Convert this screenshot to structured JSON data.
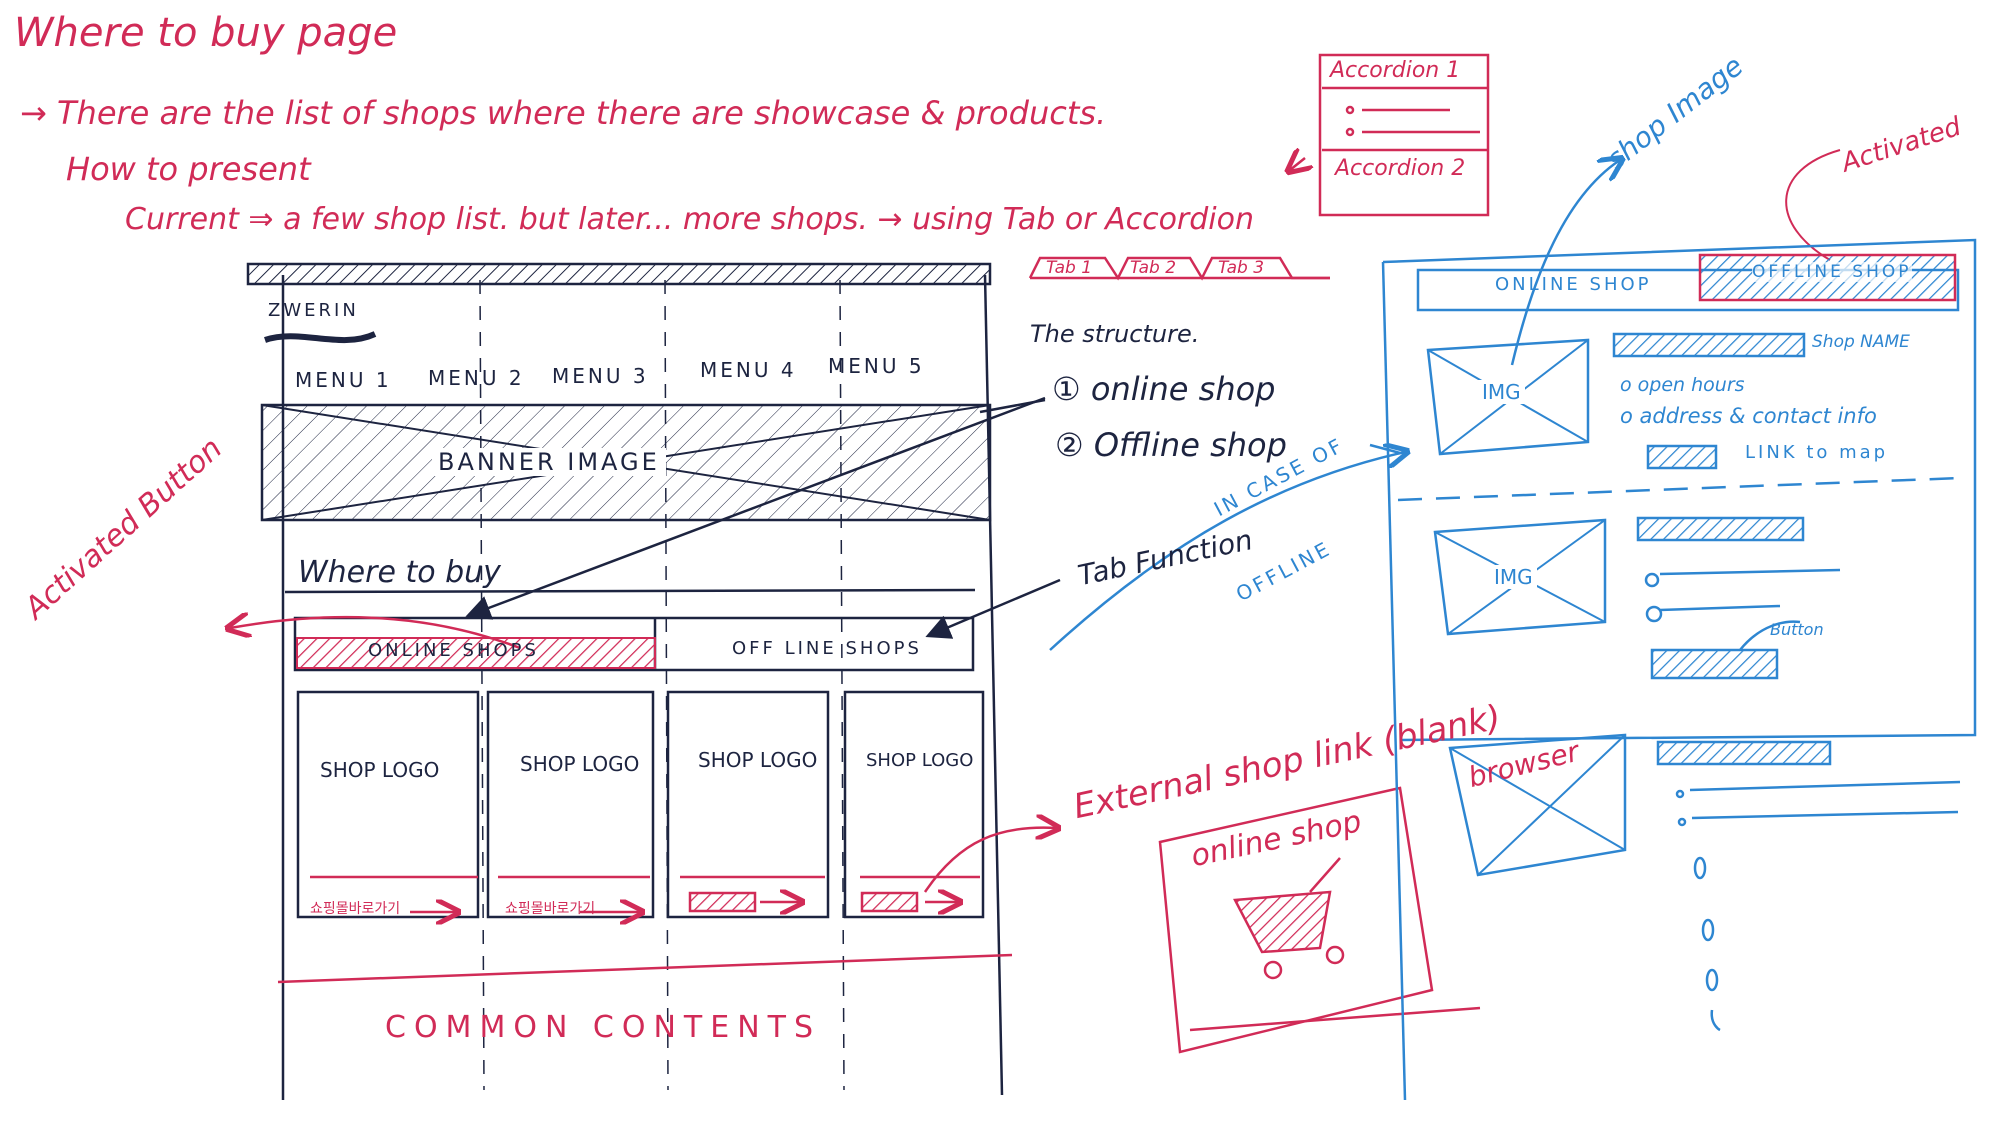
{
  "page": {
    "title": "Where to buy page",
    "note_lines": [
      "→ There are the list of shops where there are showcase & products.",
      "How to present",
      "Current ⇒ a few shop list. but later... more shops. → using Tab or Accordion"
    ]
  },
  "accordion": {
    "title": "Accordion 1",
    "second": "Accordion 2"
  },
  "tabs_example": [
    "Tab 1",
    "Tab 2",
    "Tab 3"
  ],
  "wireframe": {
    "logo": "ZWERIN",
    "menu": [
      "MENU 1",
      "MENU 2",
      "MENU 3",
      "MENU 4",
      "MENU 5"
    ],
    "banner": "BANNER IMAGE",
    "section_title": "Where to buy",
    "tab_online": "ONLINE SHOPS",
    "tab_offline": "OFF LINE SHOPS",
    "shop_cards": [
      {
        "logo": "SHOP LOGO",
        "link": "쇼핑몰바로가기"
      },
      {
        "logo": "SHOP LOGO",
        "link": "쇼핑몰바로가기"
      },
      {
        "logo": "SHOP LOGO",
        "link": ""
      },
      {
        "logo": "SHOP LOGO",
        "link": ""
      }
    ],
    "footer": "COMMON CONTENTS"
  },
  "annotations": {
    "activated_button": "Activated Button",
    "structure_title": "The structure.",
    "structure_items": [
      "① online shop",
      "② Offline shop"
    ],
    "tab_function": "Tab Function",
    "in_case_offline": [
      "IN CASE OF",
      "OFFLINE"
    ],
    "external_link": "External shop link (blank)",
    "browser": "browser",
    "online_shop_card": "online shop",
    "shop_image": "shop Image",
    "activated": "Activated",
    "button_note": "Button"
  },
  "offline_panel": {
    "tab_online": "ONLINE SHOP",
    "tab_offline": "OFFLINE SHOP",
    "img_label": "IMG",
    "shop_name": "Shop NAME",
    "details": [
      "o open hours",
      "o address & contact info"
    ],
    "map_link": "LINK to map"
  },
  "colors": {
    "red": "#d12b57",
    "navy": "#1d2440",
    "blue": "#2e86d1"
  }
}
